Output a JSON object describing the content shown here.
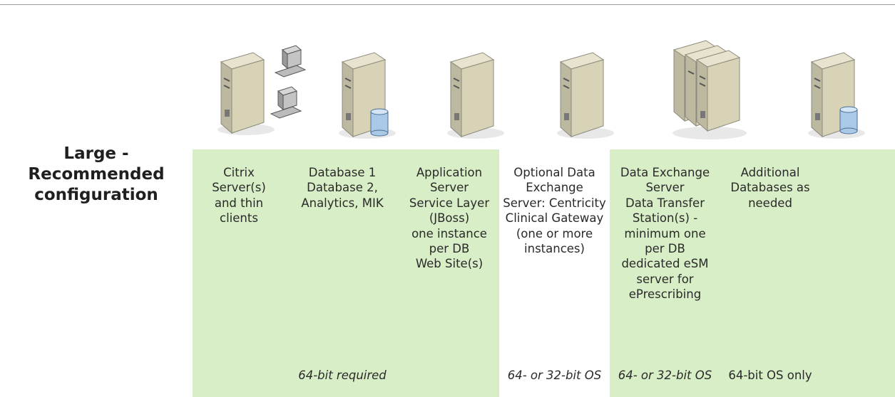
{
  "row_label": [
    "Large -",
    "Recommended",
    "configuration"
  ],
  "columns": [
    {
      "key": "citrix",
      "lines": [
        "Citrix",
        "Server(s)",
        "and thin",
        "clients"
      ],
      "footer": ""
    },
    {
      "key": "database",
      "lines": [
        "Database 1",
        "Database 2,",
        "Analytics, MIK"
      ],
      "footer": "64-bit required"
    },
    {
      "key": "application",
      "lines": [
        "Application",
        "Server",
        "Service Layer",
        "(JBoss)",
        "one instance",
        "per DB",
        "Web Site(s)"
      ],
      "footer": ""
    },
    {
      "key": "optional-data-exchange",
      "lines": [
        "Optional Data",
        "Exchange",
        "Server: Centricity",
        "Clinical Gateway",
        "(one or more",
        "instances)"
      ],
      "footer": "64- or 32-bit OS"
    },
    {
      "key": "data-exchange",
      "lines": [
        "Data Exchange",
        "Server",
        "Data Transfer",
        "Station(s) -",
        "minimum one",
        "per DB",
        "dedicated eSM",
        "server for",
        "ePrescribing"
      ],
      "footer": "64- or 32-bit OS"
    },
    {
      "key": "additional-databases",
      "lines": [
        "Additional",
        "Databases as",
        "needed"
      ],
      "footer": "64-bit OS only"
    }
  ],
  "icons": [
    "server-with-clients-icon",
    "database-server-icon",
    "application-server-icon",
    "data-exchange-server-icon",
    "server-cluster-icon",
    "additional-database-icon"
  ],
  "colors": {
    "green_fill": "#d8eec6",
    "text": "#2a2a2a",
    "rule": "#9a9a9a"
  }
}
